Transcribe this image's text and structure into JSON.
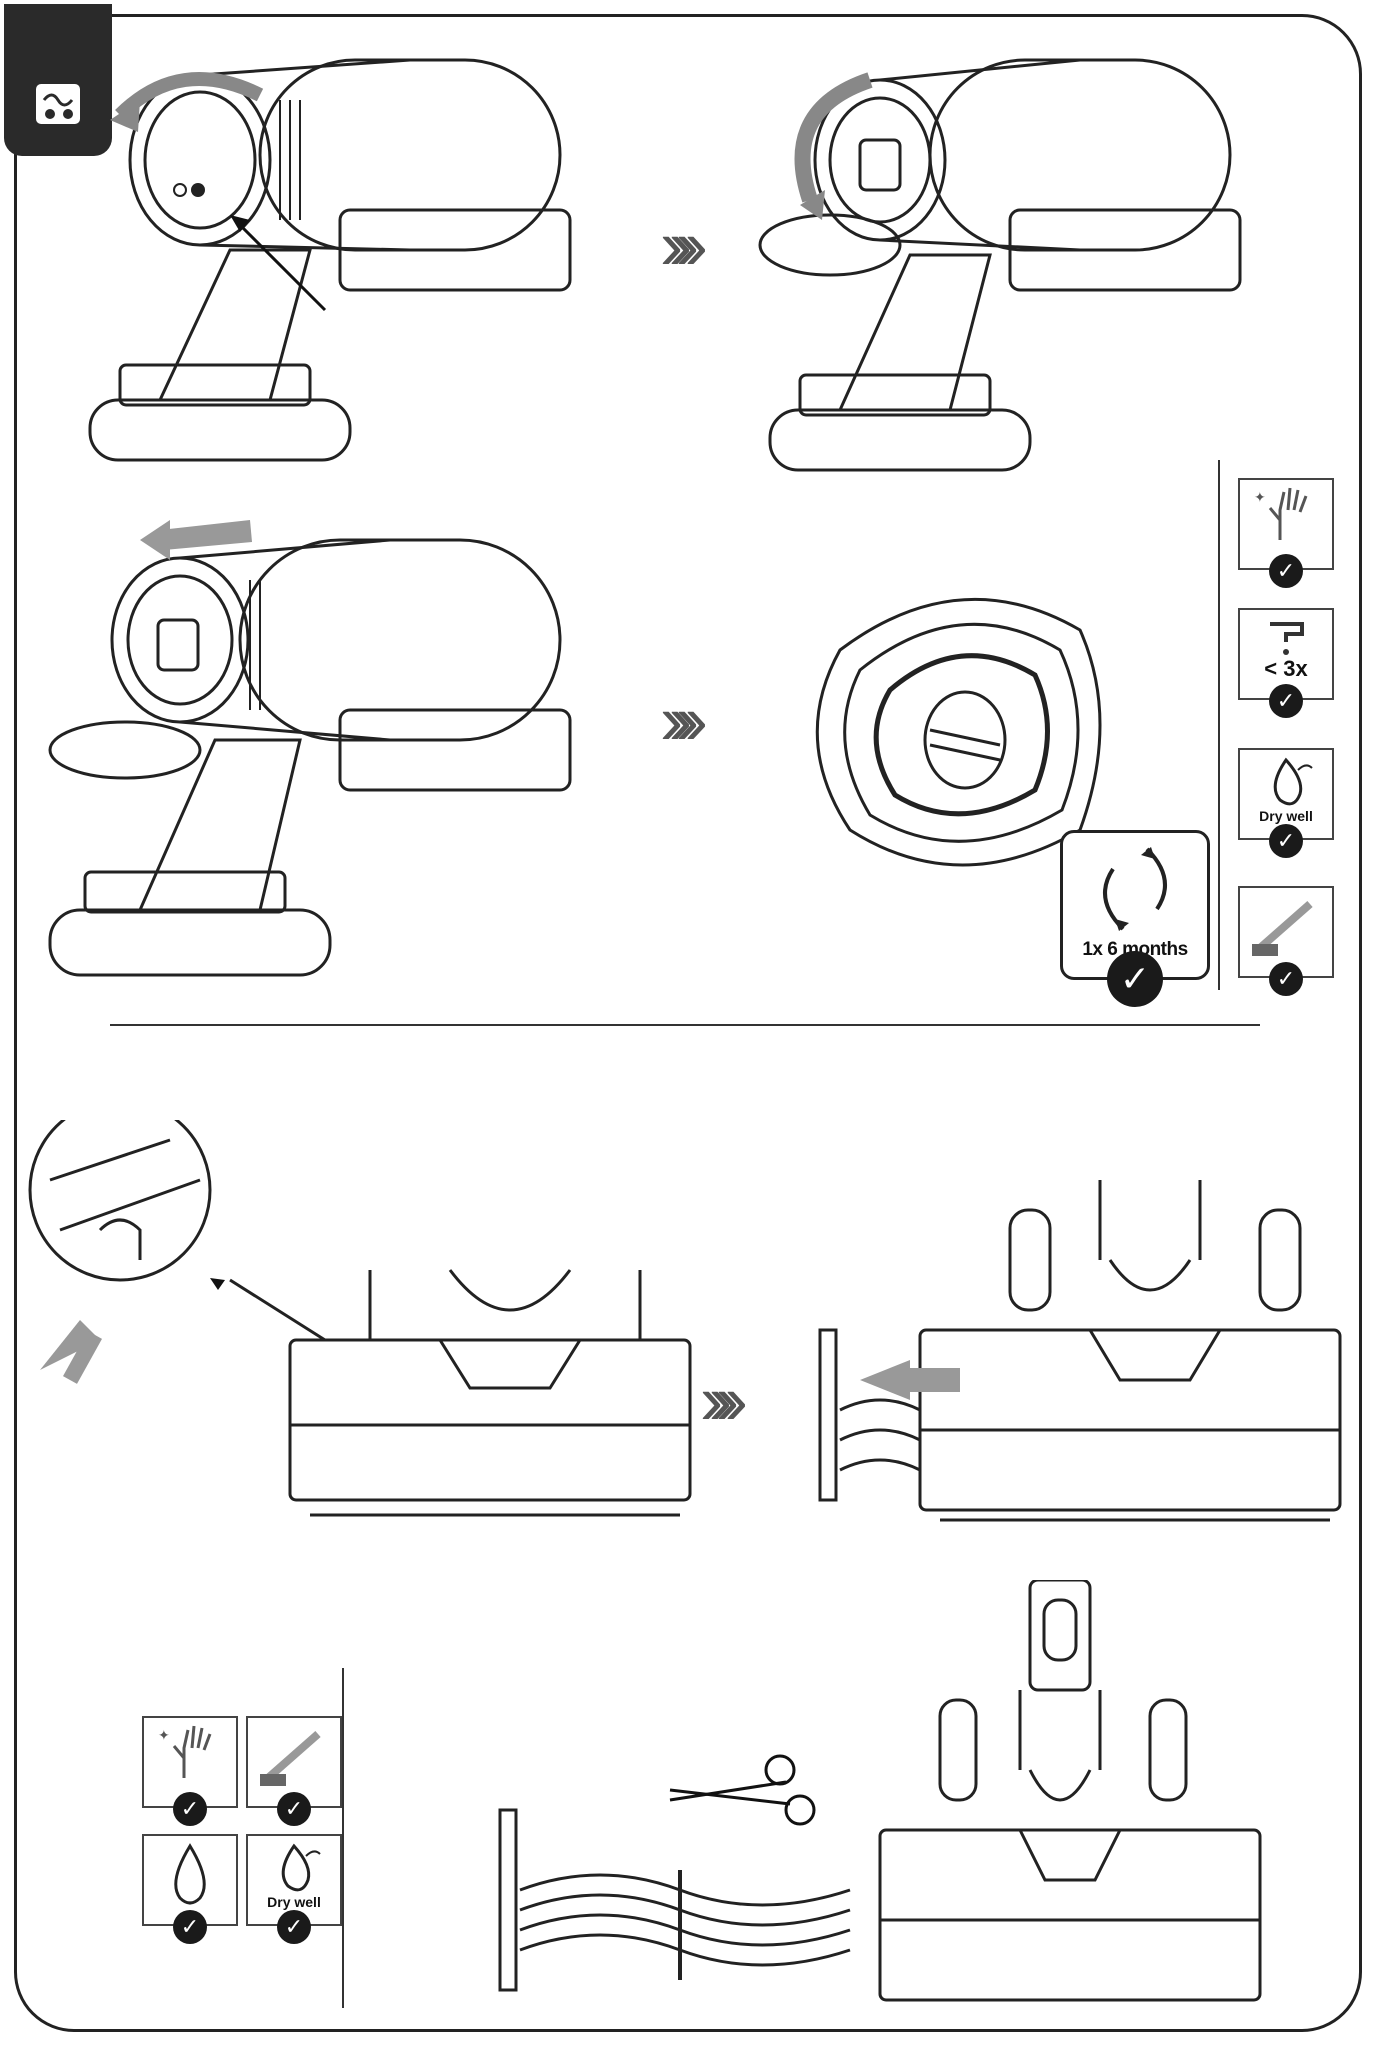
{
  "page": {
    "section_icon": "cleaning-wipe-icon"
  },
  "filter_care": {
    "icons": [
      {
        "name": "hand-wash-icon",
        "label": ""
      },
      {
        "name": "tap-water-icon",
        "label": "< 3x"
      },
      {
        "name": "dry-well-icon",
        "label": "Dry well"
      },
      {
        "name": "brush-icon",
        "label": ""
      }
    ],
    "replace_label": "1x 6 months"
  },
  "brush_care": {
    "icons": [
      {
        "name": "hand-wash-icon",
        "label": ""
      },
      {
        "name": "brush-icon",
        "label": ""
      },
      {
        "name": "water-drop-icon",
        "label": ""
      },
      {
        "name": "dry-well-icon",
        "label": "Dry well"
      }
    ]
  },
  "colors": {
    "accent_arrow": "#9a9a9a",
    "check": "#1a1a1a",
    "line": "#222222"
  }
}
